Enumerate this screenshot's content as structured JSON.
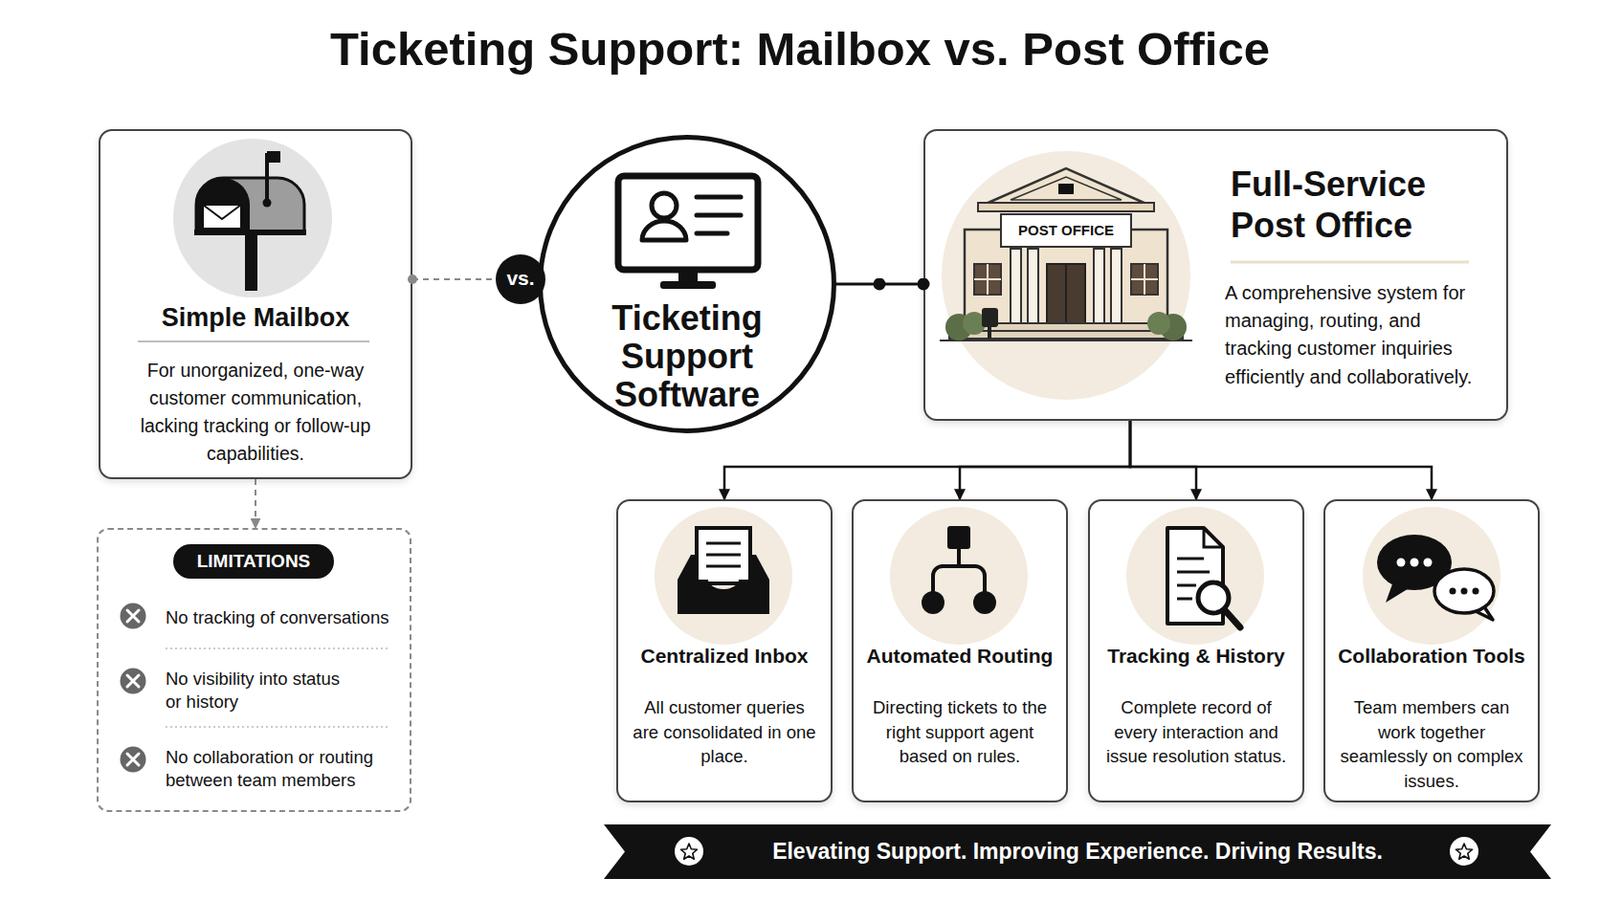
{
  "diagram": {
    "title": "Ticketing Support: Mailbox vs. Post Office",
    "nodes": [
      {
        "text": [
          "Simple Mailbox",
          "For unorganized, one-way customer communication, lacking tracking or follow-up capabilities."
        ]
      },
      {
        "text": [
          "LIMITATIONS",
          "No tracking of conversations",
          "No visibility into status or history",
          "No collaboration or routing between team members"
        ]
      },
      {
        "text": [
          "vs."
        ]
      },
      {
        "text": [
          "Ticketing Support Software"
        ]
      },
      {
        "text": [
          "Full-Service Post Office",
          "A comprehensive system for managing, routing, and tracking customer inquiries efficiently and collaboratively."
        ]
      },
      {
        "text": [
          "Centralized Inbox",
          "All customer queries are consolidated in one place."
        ]
      },
      {
        "text": [
          "Automated Routing",
          "Directing tickets to the right support agent based on rules."
        ]
      },
      {
        "text": [
          "Tracking & History",
          "Complete record of every interaction and issue resolution status."
        ]
      },
      {
        "text": [
          "Collaboration Tools",
          "Team members can work together seamlessly on complex issues."
        ]
      },
      {
        "text": [
          "Elevating Support. Improving Experience. Driving Results."
        ]
      }
    ],
    "edges": [
      {
        "from": 0,
        "to": 1,
        "arrow": "to"
      },
      {
        "from": 0,
        "to": 2,
        "arrow": "none"
      },
      {
        "from": 3,
        "to": 4,
        "arrow": "none"
      },
      {
        "from": 4,
        "to": 5,
        "arrow": "to"
      },
      {
        "from": 4,
        "to": 6,
        "arrow": "to"
      },
      {
        "from": 4,
        "to": 7,
        "arrow": "to"
      },
      {
        "from": 4,
        "to": 8,
        "arrow": "to"
      }
    ],
    "labels": [
      "POST OFFICE"
    ]
  }
}
